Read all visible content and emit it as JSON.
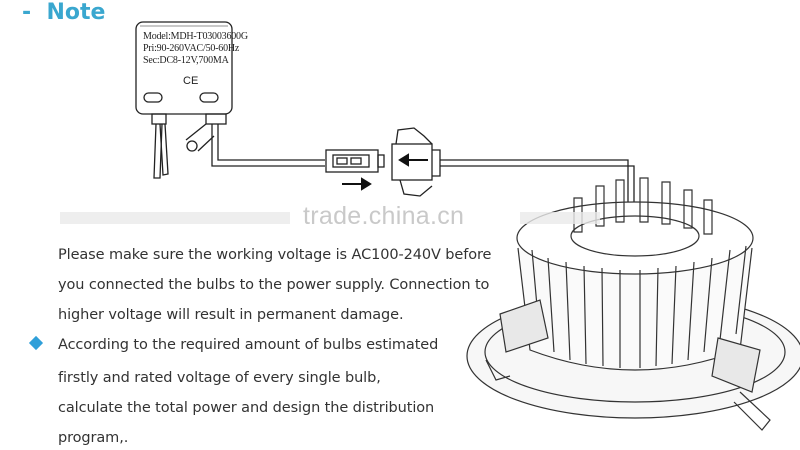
{
  "header": {
    "title": "-  Note"
  },
  "driver_label": {
    "model": "Model:MDH-T03003600G",
    "input": "Pri:90-260VAC/50-60Hz",
    "output": "Sec:DC8-12V,700MA",
    "mark": "CE"
  },
  "watermark": "trade.china.cn",
  "notes": {
    "paragraph1": [
      "Please make sure the working voltage is AC100-240V before",
      "you connected the bulbs to the power supply. Connection to",
      "higher voltage will result in permanent damage."
    ],
    "paragraph2": [
      "According to the required amount of bulbs estimated",
      "firstly and rated voltage of every single bulb,",
      "calculate the total power and design the distribution",
      "program,."
    ]
  },
  "colors": {
    "accent": "#3aa7cf",
    "bullet": "#2f9fd9",
    "text": "#333333"
  },
  "icons": [
    "diamond-bullet-icon",
    "arrow-right-icon",
    "arrow-left-icon"
  ]
}
